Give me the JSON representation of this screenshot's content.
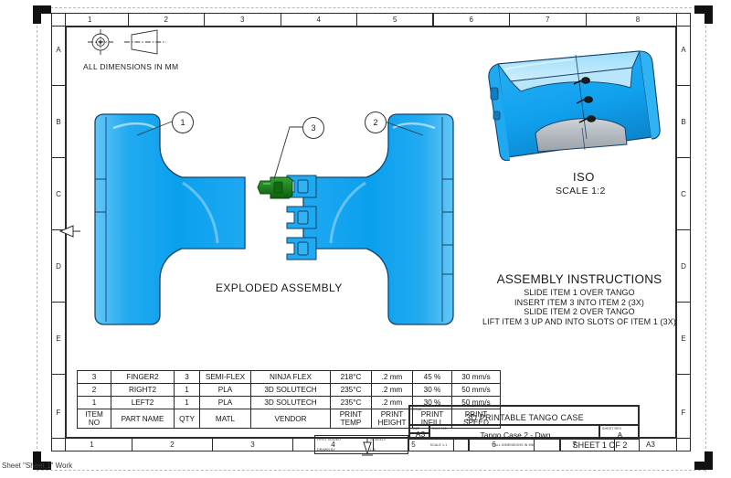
{
  "sheet": {
    "zones_top": [
      "1",
      "2",
      "3",
      "4",
      "5",
      "6",
      "7",
      "8"
    ],
    "zones_bottom": [
      "1",
      "2",
      "3",
      "4",
      "5",
      "6",
      "7"
    ],
    "zones_side": [
      "A",
      "B",
      "C",
      "D",
      "E",
      "F"
    ],
    "corner_note": "Sheet \"Sheet 1\" Work",
    "a3_note": "A3"
  },
  "notes": {
    "dimensions": "ALL DIMENSIONS IN MM",
    "projection_symbol": "first-angle-projection-icon"
  },
  "views": {
    "exploded": {
      "label": "EXPLODED ASSEMBLY",
      "balloons": [
        "1",
        "3",
        "2"
      ]
    },
    "iso": {
      "label": "ISO",
      "scale": "SCALE 1:2"
    }
  },
  "instructions": {
    "title": "ASSEMBLY INSTRUCTIONS",
    "steps": [
      "SLIDE ITEM 1 OVER TANGO",
      "INSERT ITEM 3 INTO ITEM 2 (3X)",
      "SLIDE ITEM 2 OVER TANGO",
      "LIFT ITEM 3 UP AND INTO SLOTS OF ITEM 1 (3X)"
    ]
  },
  "bom": {
    "headers": [
      "ITEM NO",
      "PART NAME",
      "QTY",
      "MATL",
      "VENDOR",
      "PRINT TEMP",
      "PRINT HEIGHT",
      "PRINT INFILL",
      "PRINT SPEED"
    ],
    "headers_split": [
      [
        "ITEM",
        "NO"
      ],
      [
        "PART NAME",
        ""
      ],
      [
        "QTY",
        ""
      ],
      [
        "MATL",
        ""
      ],
      [
        "VENDOR",
        ""
      ],
      [
        "PRINT",
        "TEMP"
      ],
      [
        "PRINT",
        "HEIGHT"
      ],
      [
        "PRINT",
        "INFILL"
      ],
      [
        "PRINT",
        "SPEED"
      ]
    ],
    "rows": [
      [
        "3",
        "FINGER2",
        "3",
        "SEMI-FLEX",
        "NINJA FLEX",
        "218°C",
        ".2 mm",
        "45 %",
        "30 mm/s"
      ],
      [
        "2",
        "RIGHT2",
        "1",
        "PLA",
        "3D SOLUTECH",
        "235°C",
        ".2 mm",
        "30 %",
        "50 mm/s"
      ],
      [
        "1",
        "LEFT2",
        "1",
        "PLA",
        "3D SOLUTECH",
        "235°C",
        ".2 mm",
        "30 %",
        "50 mm/s"
      ]
    ]
  },
  "title_block": {
    "title_caption": "TITLE:",
    "title": "3D PRINTABLE TANGO CASE",
    "size_caption": "SIZE",
    "size": "A3",
    "dwgno_caption": "DWG NO.",
    "dwg_no": "Tango Case 2 - Dwg",
    "rev_caption": "SHEET REV",
    "rev": "A",
    "scale": "SCALE 1:1",
    "dims_note": "ALL DIMENSIONS IN MM",
    "sheet_of": "SHEET 1 OF 2",
    "first_issued_caption": "FIRST ISSUED",
    "first_issued": "20150410",
    "drawn_by_caption": "DRAWN BY",
    "drawn_by": "L.B."
  },
  "colors": {
    "part_blue_light": "#46b8f5",
    "part_blue": "#0aa2ef",
    "part_blue_dark": "#0b6fb5",
    "outline": "#15436b",
    "clip_green": "#1f8b1f",
    "clip_green_dark": "#0e5e0e",
    "grey_part": "#b9bec4",
    "line": "#2b2b2b"
  }
}
